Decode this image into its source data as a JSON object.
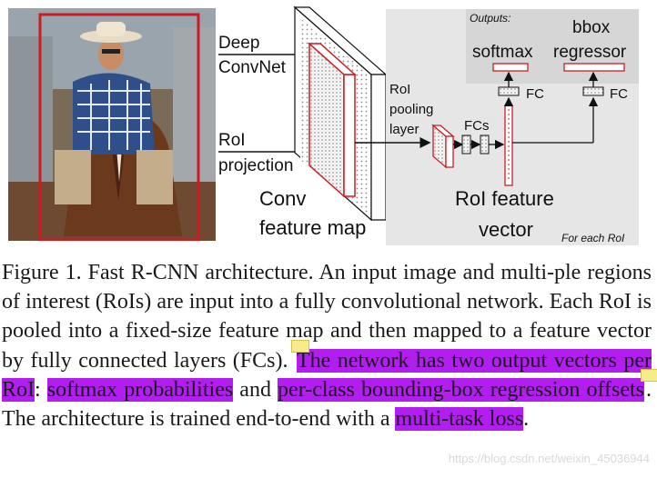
{
  "figure": {
    "labels": {
      "deep_convnet_1": "Deep",
      "deep_convnet_2": "ConvNet",
      "roi_projection_1": "RoI",
      "roi_projection_2": "projection",
      "conv_feature_map_1": "Conv",
      "conv_feature_map_2": "feature map",
      "roi_pooling_1": "RoI",
      "roi_pooling_2": "pooling",
      "roi_pooling_3": "layer",
      "fcs": "FCs",
      "roi_feature_vector_1": "RoI feature",
      "roi_feature_vector_2": "vector",
      "outputs": "Outputs:",
      "softmax": "softmax",
      "bbox_1": "bbox",
      "bbox_2": "regressor",
      "fc_left": "FC",
      "fc_right": "FC",
      "for_each_roi": "For each RoI"
    },
    "colors": {
      "region_box": "#cc1c22",
      "panel_bg": "#e6e6e6",
      "dotted": "#9a9a9a"
    }
  },
  "caption": {
    "p1": "Figure 1. Fast R-CNN architecture.  An input image and multi-ple regions of interest (RoIs) are input into a fully convolutional network.  Each RoI is pooled into a fixed-size feature map and then mapped to a feature vector by fully connected layers (FCs). ",
    "h1": "The network has two output vectors per RoI",
    "p2": ": ",
    "h2": "softmax probabilities",
    "p3": " and ",
    "h3": "per-class bounding-box regression offsets",
    "p4": ". The architecture is trained end-to-end with a ",
    "h4": "multi-task loss",
    "p5": "."
  },
  "watermark": "https://blog.csdn.net/weixin_45036944"
}
